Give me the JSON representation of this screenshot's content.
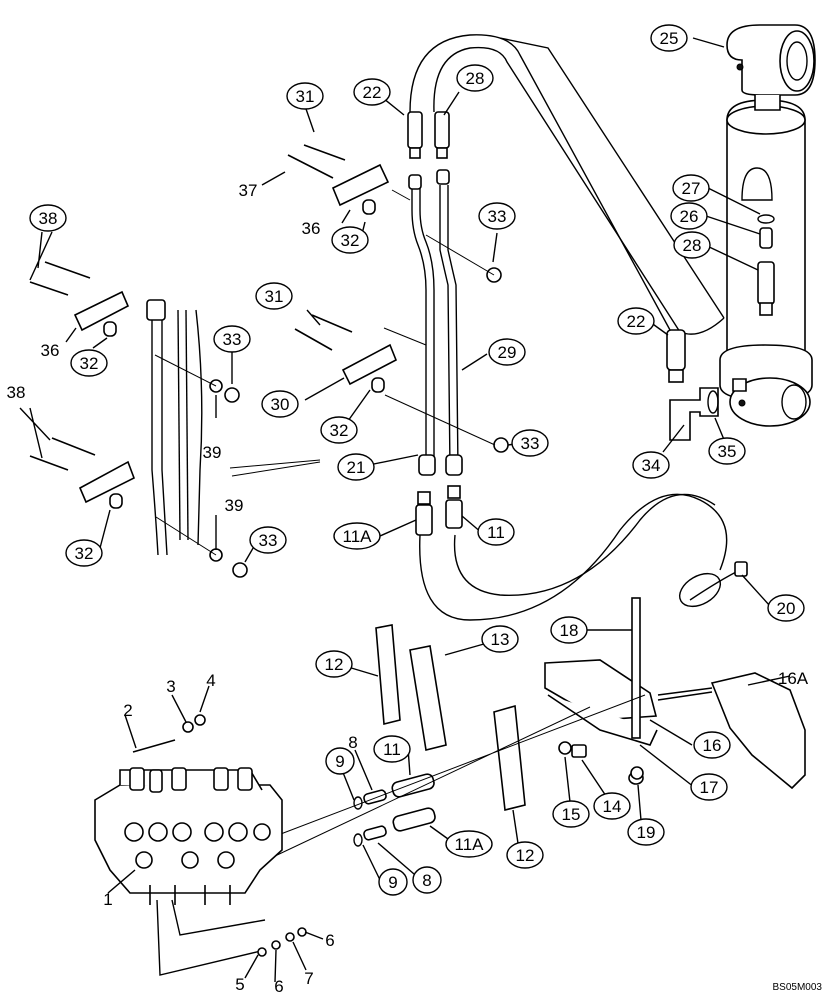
{
  "figure_code": "BS05M003",
  "callouts": [
    {
      "text": "25",
      "circled": true
    },
    {
      "text": "22",
      "circled": true
    },
    {
      "text": "28",
      "circled": true
    },
    {
      "text": "31",
      "circled": true
    },
    {
      "text": "37",
      "circled": false
    },
    {
      "text": "36",
      "circled": false
    },
    {
      "text": "32",
      "circled": true
    },
    {
      "text": "33",
      "circled": true
    },
    {
      "text": "27",
      "circled": true
    },
    {
      "text": "26",
      "circled": true
    },
    {
      "text": "28",
      "circled": true
    },
    {
      "text": "38",
      "circled": true
    },
    {
      "text": "36",
      "circled": false
    },
    {
      "text": "32",
      "circled": true
    },
    {
      "text": "33",
      "circled": true
    },
    {
      "text": "31",
      "circled": true
    },
    {
      "text": "22",
      "circled": true
    },
    {
      "text": "29",
      "circled": true
    },
    {
      "text": "30",
      "circled": true
    },
    {
      "text": "32",
      "circled": true
    },
    {
      "text": "39",
      "circled": false
    },
    {
      "text": "33",
      "circled": true
    },
    {
      "text": "34",
      "circled": true
    },
    {
      "text": "35",
      "circled": true
    },
    {
      "text": "38",
      "circled": false
    },
    {
      "text": "21",
      "circled": true
    },
    {
      "text": "11A",
      "circled": true
    },
    {
      "text": "11",
      "circled": true
    },
    {
      "text": "39",
      "circled": false
    },
    {
      "text": "33",
      "circled": true
    },
    {
      "text": "32",
      "circled": true
    },
    {
      "text": "20",
      "circled": true
    },
    {
      "text": "18",
      "circled": true
    },
    {
      "text": "13",
      "circled": true
    },
    {
      "text": "12",
      "circled": true
    },
    {
      "text": "16A",
      "circled": false
    },
    {
      "text": "2",
      "circled": false
    },
    {
      "text": "3",
      "circled": false
    },
    {
      "text": "4",
      "circled": false
    },
    {
      "text": "8",
      "circled": false
    },
    {
      "text": "11",
      "circled": true
    },
    {
      "text": "9",
      "circled": true
    },
    {
      "text": "16",
      "circled": true
    },
    {
      "text": "17",
      "circled": true
    },
    {
      "text": "15",
      "circled": true
    },
    {
      "text": "14",
      "circled": true
    },
    {
      "text": "11A",
      "circled": true
    },
    {
      "text": "12",
      "circled": true
    },
    {
      "text": "19",
      "circled": true
    },
    {
      "text": "1",
      "circled": false
    },
    {
      "text": "9",
      "circled": true
    },
    {
      "text": "8",
      "circled": true
    },
    {
      "text": "6",
      "circled": false
    },
    {
      "text": "5",
      "circled": false
    },
    {
      "text": "6",
      "circled": false
    },
    {
      "text": "7",
      "circled": false
    }
  ]
}
